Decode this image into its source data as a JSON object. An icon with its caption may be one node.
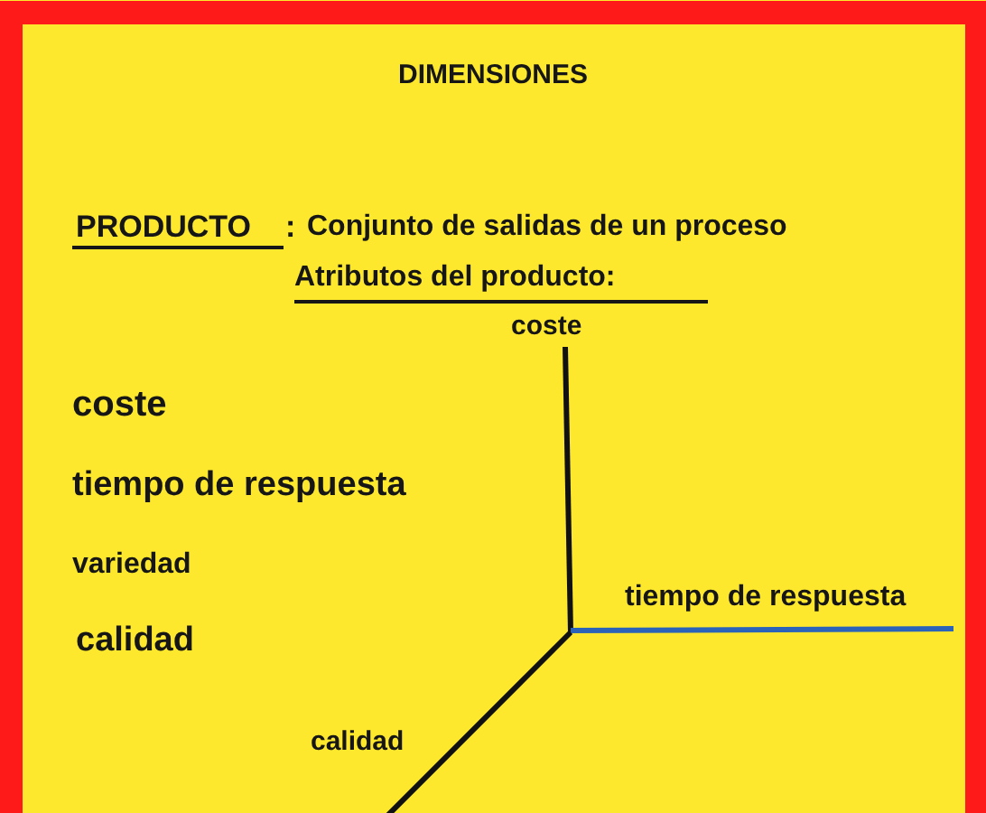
{
  "diagram": {
    "title": "DIMENSIONES",
    "labels": [
      "PRODUCTO",
      ":",
      "Conjunto de salidas de un proceso",
      "Atributos del producto:",
      "coste",
      "coste",
      "tiempo de respuesta",
      "variedad",
      "calidad",
      "tiempo de respuesta",
      "calidad"
    ]
  }
}
